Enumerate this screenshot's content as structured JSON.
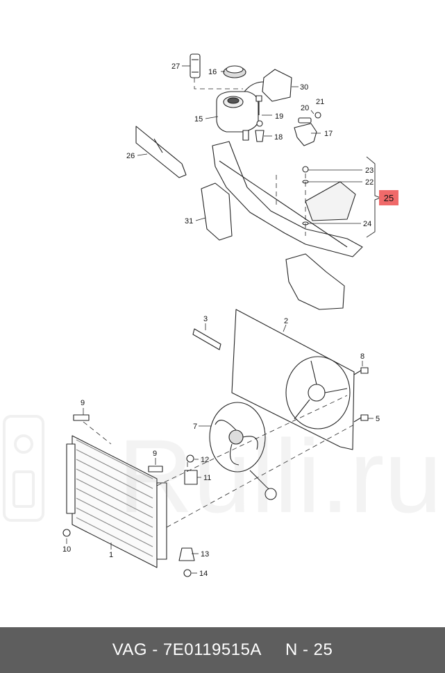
{
  "callouts": [
    {
      "id": "c27",
      "text": "27"
    },
    {
      "id": "c16",
      "text": "16"
    },
    {
      "id": "c30",
      "text": "30"
    },
    {
      "id": "c21",
      "text": "21"
    },
    {
      "id": "c20",
      "text": "20"
    },
    {
      "id": "c15",
      "text": "15"
    },
    {
      "id": "c19",
      "text": "19"
    },
    {
      "id": "c17",
      "text": "17"
    },
    {
      "id": "c18",
      "text": "18"
    },
    {
      "id": "c26",
      "text": "26"
    },
    {
      "id": "c23",
      "text": "23"
    },
    {
      "id": "c22",
      "text": "22"
    },
    {
      "id": "c24",
      "text": "24"
    },
    {
      "id": "c31",
      "text": "31"
    },
    {
      "id": "c3",
      "text": "3"
    },
    {
      "id": "c2",
      "text": "2"
    },
    {
      "id": "c8",
      "text": "8"
    },
    {
      "id": "c5",
      "text": "5"
    },
    {
      "id": "c7",
      "text": "7"
    },
    {
      "id": "c9a",
      "text": "9"
    },
    {
      "id": "c9b",
      "text": "9"
    },
    {
      "id": "c12",
      "text": "12"
    },
    {
      "id": "c11",
      "text": "11"
    },
    {
      "id": "c10",
      "text": "10"
    },
    {
      "id": "c1",
      "text": "1"
    },
    {
      "id": "c13",
      "text": "13"
    },
    {
      "id": "c14",
      "text": "14"
    }
  ],
  "highlight": {
    "text": "25",
    "color": "#f06a6a"
  },
  "footer": {
    "brand": "VAG - 7E0119515A",
    "page": "N - 25"
  },
  "watermark": {
    "text": "Rulli.ru"
  },
  "colors": {
    "line": "#222222",
    "bracket": "#333333",
    "footer_bg": "#5e5e5e"
  }
}
